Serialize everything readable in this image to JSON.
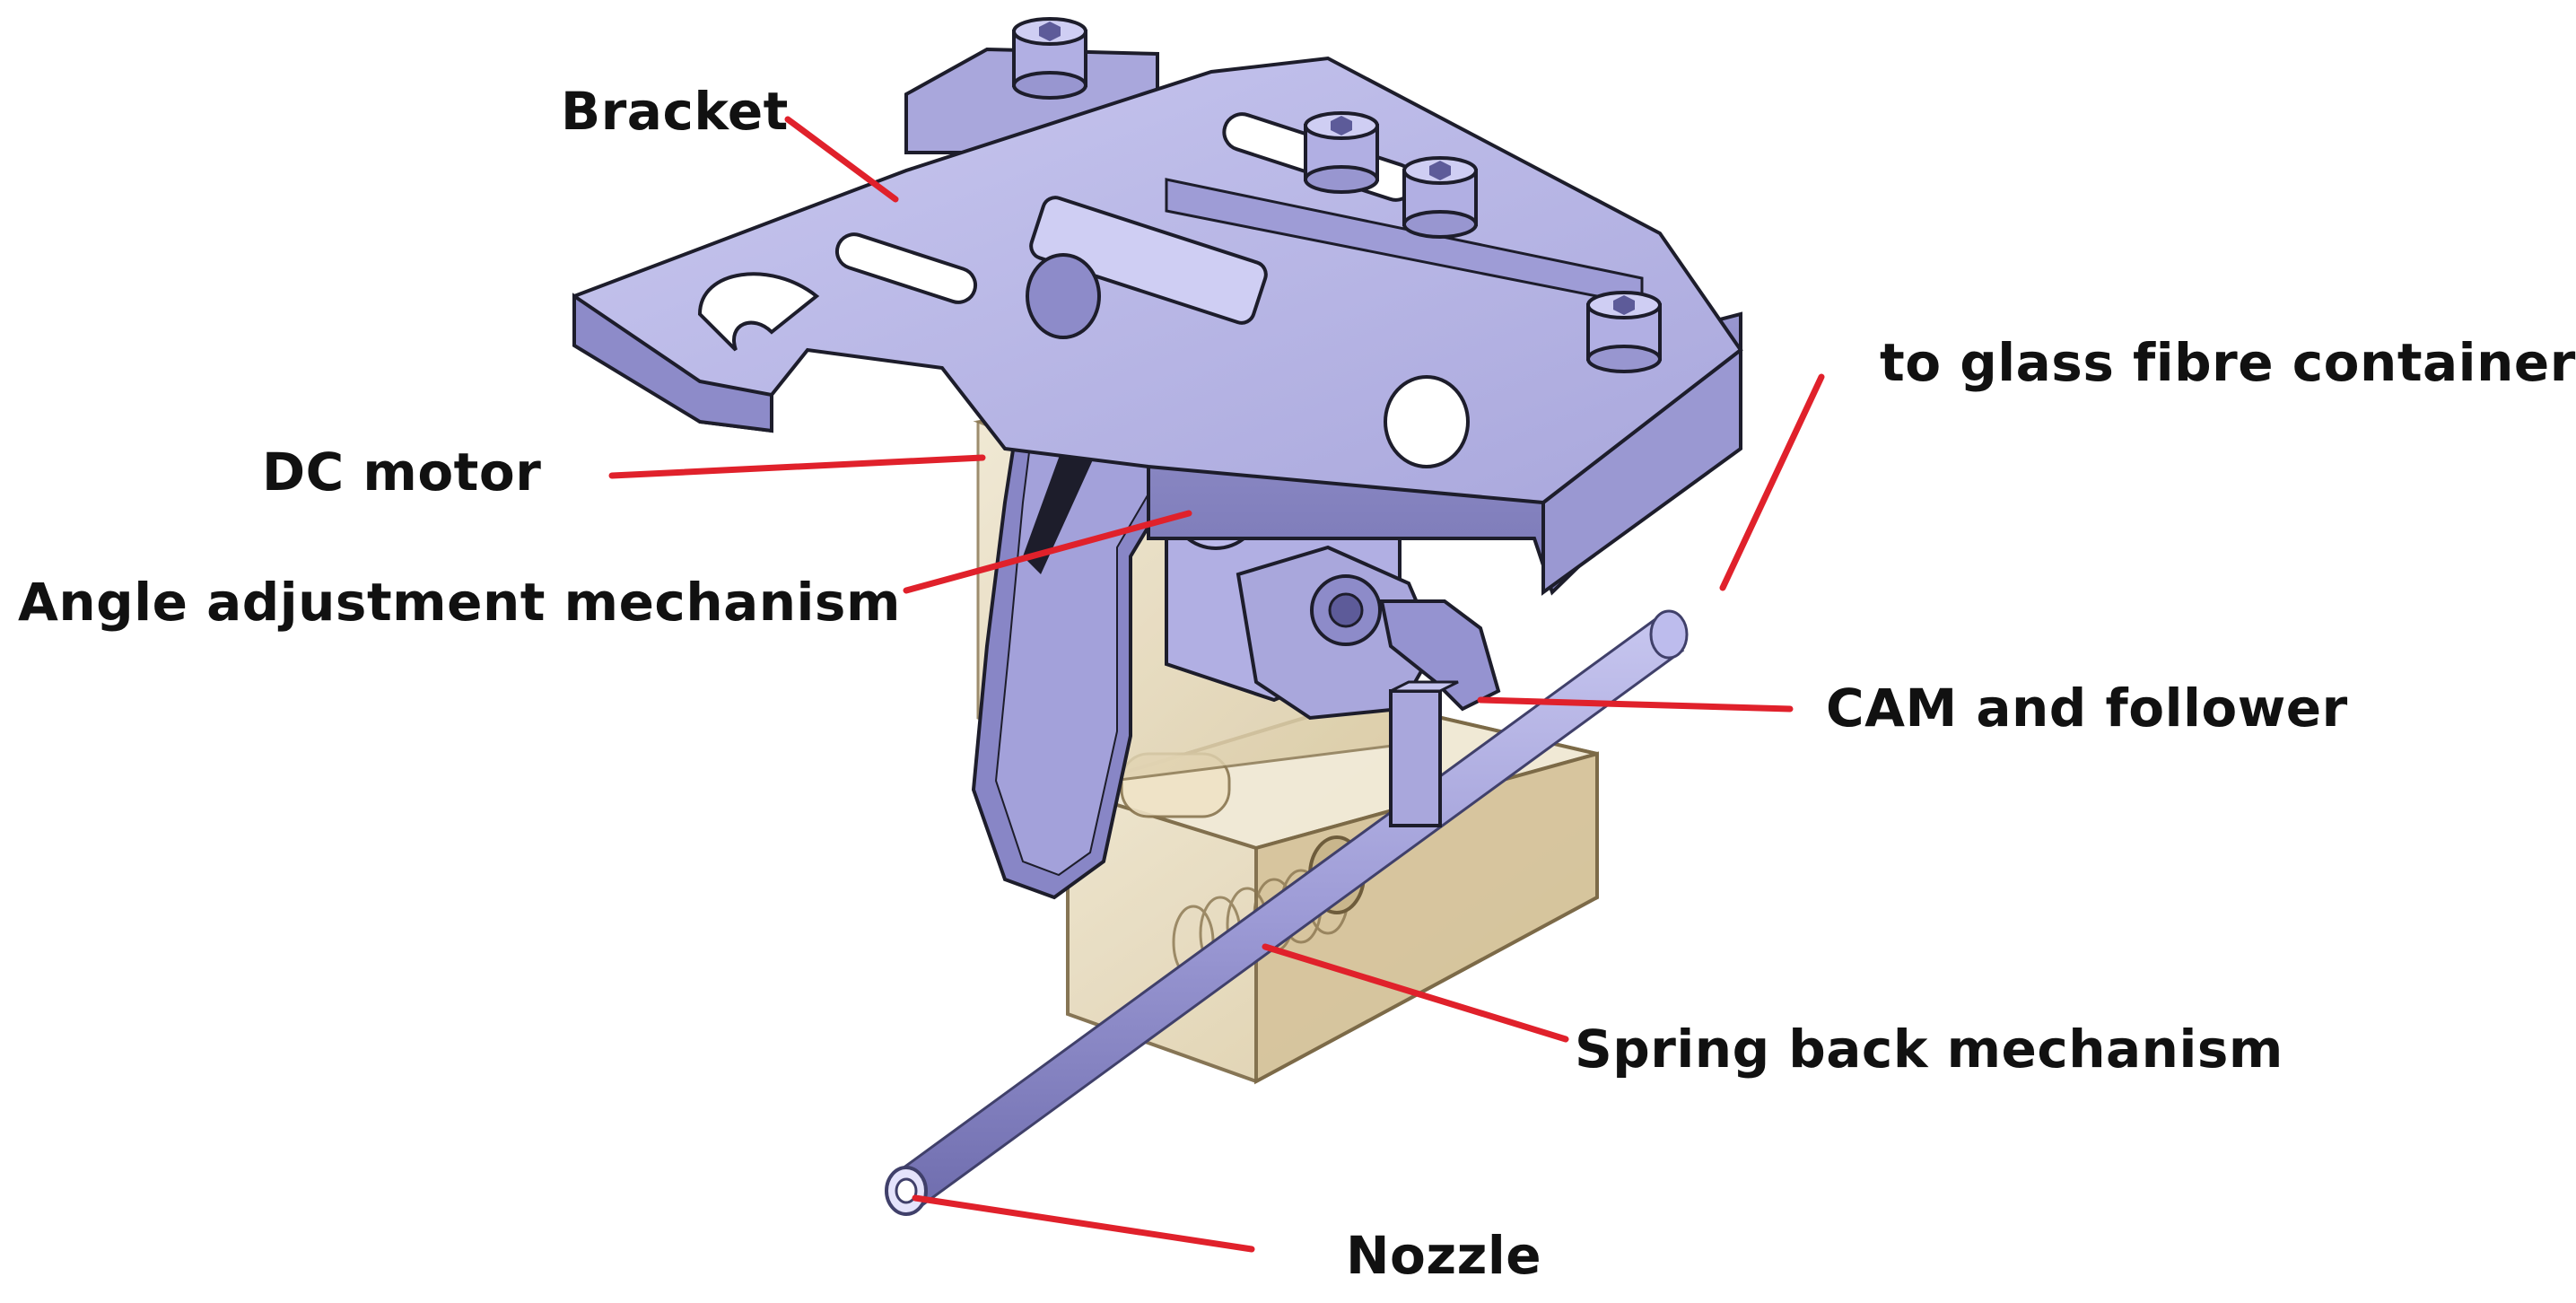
{
  "diagram": {
    "labels": {
      "bracket": "Bracket",
      "dc_motor": "DC motor",
      "angle_adjustment": "Angle adjustment mechanism",
      "glass_fibre": "to  glass fibre container",
      "cam_follower": "CAM and follower",
      "spring_back": "Spring back mechanism",
      "nozzle": "Nozzle"
    },
    "colors": {
      "metal_face": "#b8b6e6",
      "metal_side": "#8a88c4",
      "metal_dark": "#5d5b99",
      "housing": "#e8dcc0",
      "housing_edge": "#8c7a55",
      "leader": "#e0212b",
      "outline": "#1d1d2b"
    }
  }
}
